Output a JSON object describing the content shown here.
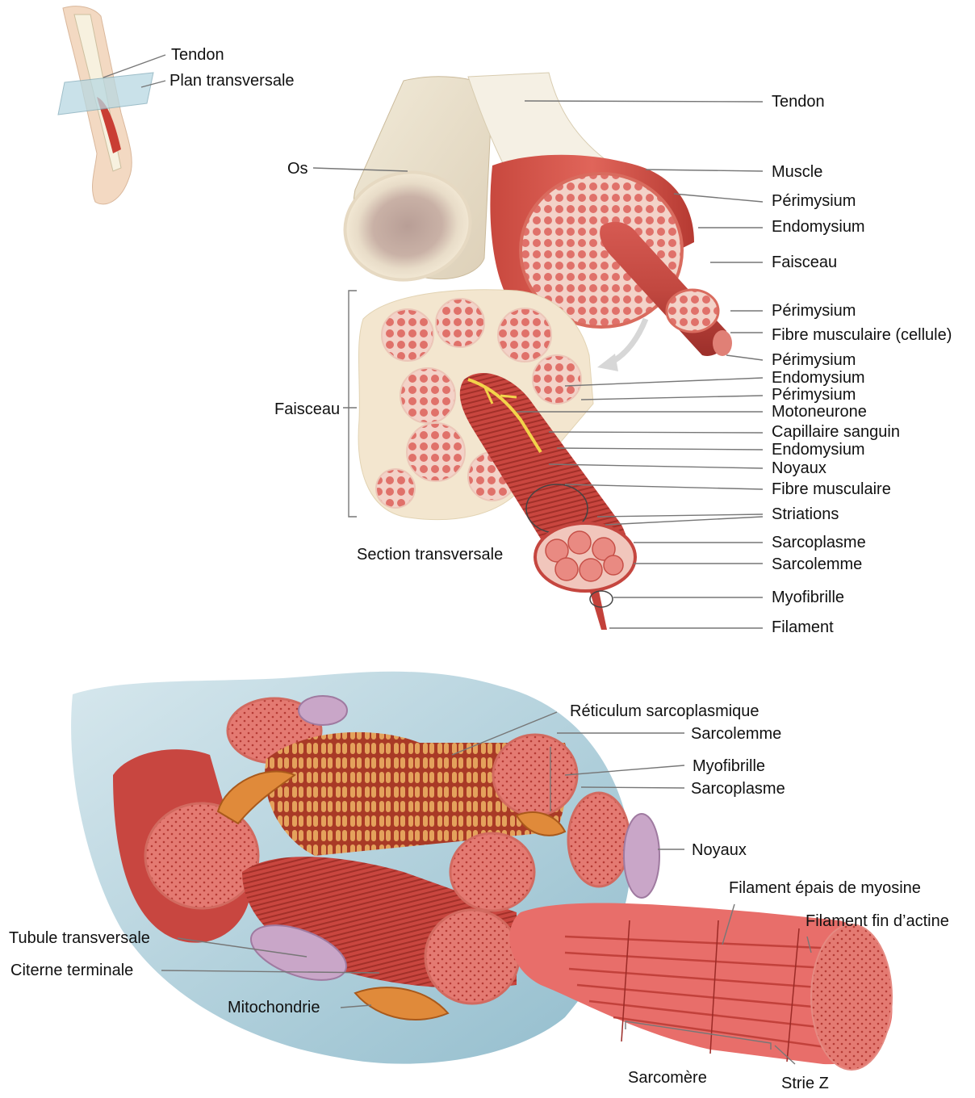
{
  "diagram": {
    "arm_inset": {
      "labels": [
        "Tendon",
        "Plan transversale"
      ]
    },
    "muscle_structure": {
      "left_labels": {
        "bone": "Os",
        "fascicle": "Faisceau",
        "cross_section": "Section transversale"
      },
      "right_labels": [
        "Tendon",
        "Muscle",
        "Périmysium",
        "Endomysium",
        "Faisceau",
        "Périmysium",
        "Fibre musculaire (cellule)",
        "Périmysium",
        "Endomysium",
        "Périmysium",
        "Motoneurone",
        "Capillaire sanguin",
        "Endomysium",
        "Noyaux",
        "Fibre musculaire",
        "Striations",
        "Sarcoplasme",
        "Sarcolemme",
        "Myofibrille",
        "Filament"
      ]
    },
    "fiber_detail": {
      "top_labels": [
        "Réticulum sarcoplasmique",
        "Sarcolemme",
        "Myofibrille",
        "Sarcoplasme",
        "Noyaux"
      ],
      "filament_labels": {
        "thick": "Filament épais de myosine",
        "thin": "Filament fin d’actine"
      },
      "left_labels": [
        "Tubule transversale",
        "Citerne terminale",
        "Mitochondrie"
      ],
      "bottom_labels": {
        "sarcomere": "Sarcomère",
        "z_line": "Strie Z"
      }
    }
  }
}
